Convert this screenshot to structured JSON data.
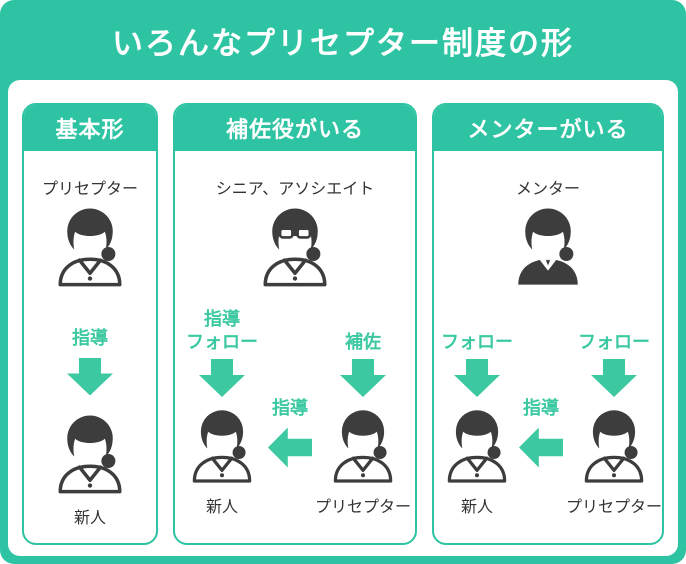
{
  "title": "いろんなプリセプター制度の形",
  "colors": {
    "accent_green": "#2ec4a3",
    "label_green": "#3cc9a2",
    "icon_dark": "#3d3d3d"
  },
  "icons": {
    "preceptor": "woman-person-icon",
    "senior_associate": "woman-glasses-person-icon",
    "mentor": "woman-dark-suit-person-icon",
    "newcomer": "woman-person-icon"
  },
  "panels": [
    {
      "header": "基本形",
      "top_role": "プリセプター",
      "flow_label": "指導",
      "bottom_role": "新人"
    },
    {
      "header": "補佐役がいる",
      "top_role": "シニア、アソシエイト",
      "left_label": [
        "指導",
        "フォロー"
      ],
      "right_label": "補佐",
      "mid_label": "指導",
      "bottom_left_role": "新人",
      "bottom_right_role": "プリセプター"
    },
    {
      "header": "メンターがいる",
      "top_role": "メンター",
      "left_label": "フォロー",
      "right_label": "フォロー",
      "mid_label": "指導",
      "bottom_left_role": "新人",
      "bottom_right_role": "プリセプター"
    }
  ]
}
